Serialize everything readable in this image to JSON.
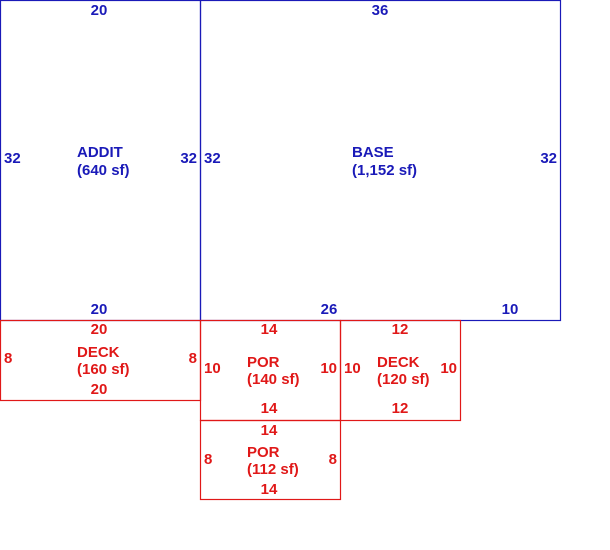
{
  "colors": {
    "base_structure": "#1a1ab8",
    "exterior": "#e01818"
  },
  "areas": [
    {
      "id": "addit",
      "name": "ADDIT",
      "area": "(640 sf)",
      "color_key": "base_structure",
      "dims": {
        "top": "20",
        "bottom": "20",
        "left": "32",
        "right": "32"
      }
    },
    {
      "id": "base",
      "name": "BASE",
      "area": "(1,152 sf)",
      "color_key": "base_structure",
      "dims": {
        "top": "36",
        "bottom_left": "26",
        "bottom_right": "10",
        "left": "32",
        "right": "32"
      }
    },
    {
      "id": "deck1",
      "name": "DECK",
      "area": "(160 sf)",
      "color_key": "exterior",
      "dims": {
        "top": "20",
        "bottom": "20",
        "left": "8",
        "right": "8"
      }
    },
    {
      "id": "por1",
      "name": "POR",
      "area": "(140 sf)",
      "color_key": "exterior",
      "dims": {
        "top": "14",
        "bottom": "14",
        "left": "10",
        "right": "10"
      }
    },
    {
      "id": "deck2",
      "name": "DECK",
      "area": "(120 sf)",
      "color_key": "exterior",
      "dims": {
        "top": "12",
        "bottom": "12",
        "left": "10",
        "right": "10"
      }
    },
    {
      "id": "por2",
      "name": "POR",
      "area": "(112 sf)",
      "color_key": "exterior",
      "dims": {
        "top": "14",
        "bottom": "14",
        "left": "8",
        "right": "8"
      }
    }
  ]
}
